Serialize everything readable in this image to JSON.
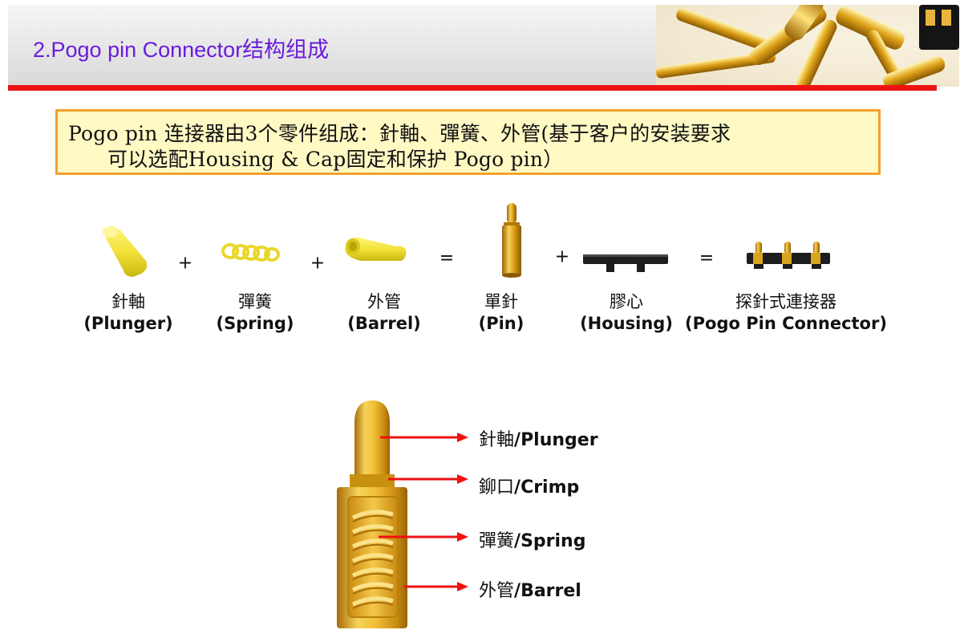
{
  "header": {
    "title": "2.Pogo pin  Connector结构组成"
  },
  "intro": {
    "line1": "Pogo pin 连接器由3个零件组成：針軸、彈簧、外管(基于客户的安装要求",
    "line2": "可以选配Housing & Cap固定和保护 Pogo pin）"
  },
  "components": [
    {
      "zh": "針軸",
      "en": "(Plunger)",
      "icon": "plunger-icon"
    },
    {
      "zh": "彈簧",
      "en": "(Spring)",
      "icon": "spring-icon"
    },
    {
      "zh": "外管",
      "en": "(Barrel)",
      "icon": "barrel-icon"
    },
    {
      "zh": "單針",
      "en": "(Pin)",
      "icon": "pin-icon"
    },
    {
      "zh": "膠心",
      "en": "(Housing)",
      "icon": "housing-icon"
    },
    {
      "zh": "探針式連接器",
      "en": "(Pogo Pin Connector)",
      "icon": "connector-icon"
    }
  ],
  "operators": [
    "+",
    "+",
    "=",
    "+",
    "="
  ],
  "diagram": {
    "labels": [
      {
        "zh": "針軸",
        "sep": "/",
        "en": "Plunger"
      },
      {
        "zh": "鉚口",
        "sep": "/",
        "en": "Crimp"
      },
      {
        "zh": "彈簧",
        "sep": "/",
        "en": "Spring"
      },
      {
        "zh": "外管",
        "sep": "/",
        "en": "Barrel"
      }
    ]
  },
  "colors": {
    "title": "#6a1be0",
    "accent_rule": "#ee1313",
    "intro_border": "#f2a12d",
    "intro_fill": "#fff9c4",
    "plunger_yellow": "#f2e23a",
    "gold": "#d9a520",
    "arrow": "#ee1111"
  }
}
